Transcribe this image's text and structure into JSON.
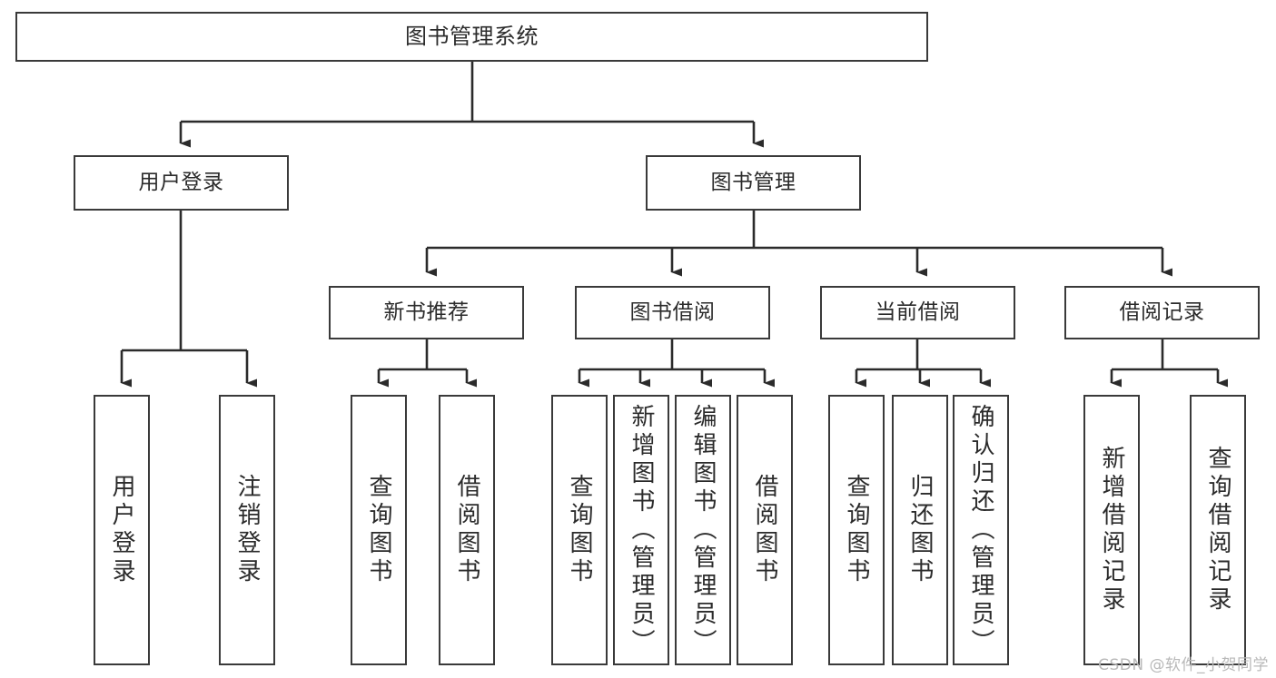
{
  "diagram": {
    "title": "图书管理系统",
    "type": "hierarchy-tree",
    "colors": {
      "box_border": "#3a3a3a",
      "box_fill": "#ffffff",
      "edge": "#2b2b2b",
      "text": "#2b2b2b",
      "watermark": "#b9b9b9"
    },
    "levels": {
      "root": {
        "label": "图书管理系统"
      },
      "level2": [
        {
          "label": "用户登录"
        },
        {
          "label": "图书管理"
        }
      ],
      "level3": [
        {
          "label": "新书推荐"
        },
        {
          "label": "图书借阅"
        },
        {
          "label": "当前借阅"
        },
        {
          "label": "借阅记录"
        }
      ],
      "leaves": [
        {
          "label": "用户登录",
          "parent": "用户登录"
        },
        {
          "label": "注销登录",
          "parent": "用户登录"
        },
        {
          "label": "查询图书",
          "parent": "新书推荐"
        },
        {
          "label": "借阅图书",
          "parent": "新书推荐"
        },
        {
          "label": "查询图书",
          "parent": "图书借阅"
        },
        {
          "label": "新增图书（管理员）",
          "parent": "图书借阅"
        },
        {
          "label": "编辑图书（管理员）",
          "parent": "图书借阅"
        },
        {
          "label": "借阅图书",
          "parent": "图书借阅"
        },
        {
          "label": "查询图书",
          "parent": "当前借阅"
        },
        {
          "label": "归还图书",
          "parent": "当前借阅"
        },
        {
          "label": "确认归还（管理员）",
          "parent": "当前借阅"
        },
        {
          "label": "新增借阅记录",
          "parent": "借阅记录"
        },
        {
          "label": "查询借阅记录",
          "parent": "借阅记录"
        }
      ]
    }
  },
  "watermark": {
    "text": "CSDN @软件_小贺同学"
  }
}
